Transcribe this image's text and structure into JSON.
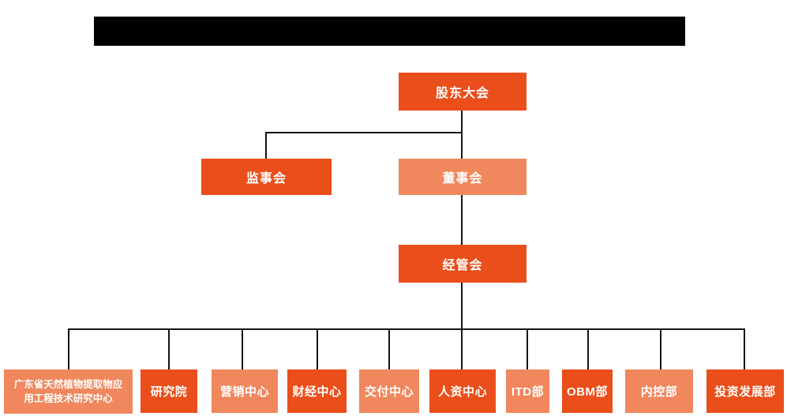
{
  "org_chart": {
    "redacted_title_bar": {
      "color": "#000000",
      "note_color_only": "#000000"
    },
    "root": {
      "label": "股东大会"
    },
    "level2": [
      {
        "label": "监事会",
        "variant": "primary"
      },
      {
        "label": "董事会",
        "variant": "secondary"
      }
    ],
    "level3": {
      "label": "经管会",
      "variant": "primary"
    },
    "departments": [
      {
        "label": "广东省天然植物提取物应用工程技术研究中心",
        "variant": "secondary"
      },
      {
        "label": "研究院",
        "variant": "primary"
      },
      {
        "label": "营销中心",
        "variant": "secondary"
      },
      {
        "label": "财经中心",
        "variant": "primary"
      },
      {
        "label": "交付中心",
        "variant": "secondary"
      },
      {
        "label": "人资中心",
        "variant": "primary"
      },
      {
        "label": "ITD部",
        "variant": "secondary"
      },
      {
        "label": "OBM部",
        "variant": "primary"
      },
      {
        "label": "内控部",
        "variant": "secondary"
      },
      {
        "label": "投资发展部",
        "variant": "primary"
      }
    ],
    "colors": {
      "primary": "#EA4E1B",
      "secondary": "#F0875D",
      "connector_line": "#141414",
      "background": "#FFFFFF",
      "box_text": "#FFFFFF"
    }
  }
}
